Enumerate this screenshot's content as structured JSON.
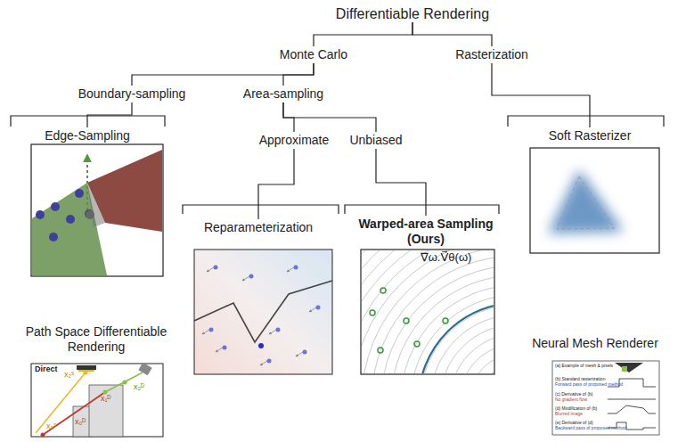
{
  "diagram": {
    "nodes": [
      {
        "text": [
          "Differentiable Rendering"
        ]
      },
      {
        "text": [
          "Monte Carlo"
        ]
      },
      {
        "text": [
          "Rasterization"
        ]
      },
      {
        "text": [
          "Boundary-sampling"
        ]
      },
      {
        "text": [
          "Area-sampling"
        ]
      },
      {
        "text": [
          "Edge-Sampling"
        ]
      },
      {
        "text": [
          "Approximate"
        ]
      },
      {
        "text": [
          "Unbiased"
        ]
      },
      {
        "text": [
          "Reparameterization"
        ]
      },
      {
        "text": [
          "Warped-area Sampling (Ours)"
        ]
      },
      {
        "text": [
          "Soft Rasterizer"
        ]
      },
      {
        "text": [
          "Path Space Differentiable Rendering"
        ]
      },
      {
        "text": [
          "Neural Mesh Renderer"
        ]
      }
    ],
    "edges": [
      {
        "from": 0,
        "to": 1,
        "arrow": "none"
      },
      {
        "from": 0,
        "to": 2,
        "arrow": "none"
      },
      {
        "from": 1,
        "to": 3,
        "arrow": "none"
      },
      {
        "from": 1,
        "to": 4,
        "arrow": "none"
      },
      {
        "from": 3,
        "to": 5,
        "arrow": "none"
      },
      {
        "from": 4,
        "to": 6,
        "arrow": "none"
      },
      {
        "from": 4,
        "to": 7,
        "arrow": "none"
      },
      {
        "from": 6,
        "to": 8,
        "arrow": "none"
      },
      {
        "from": 7,
        "to": 9,
        "arrow": "none"
      },
      {
        "from": 2,
        "to": 10,
        "arrow": "none"
      }
    ],
    "labels": [
      "Direct",
      "x₂ˢ",
      "x₁ᴰ",
      "x₂ᴰ",
      "x₀ᴰ",
      "x₀ˢ",
      "∇ω.V⃗θ(ω)",
      "(a) Example of mesh & pixels",
      "(b) Standard rasterization",
      "Forward pass of proposed method",
      "(c) Derivative of (b)",
      "No gradient flow",
      "(d) Modification of (b)",
      "Blurred image",
      "(e) Derivative of (d)",
      "Backward pass of proposed method"
    ]
  }
}
